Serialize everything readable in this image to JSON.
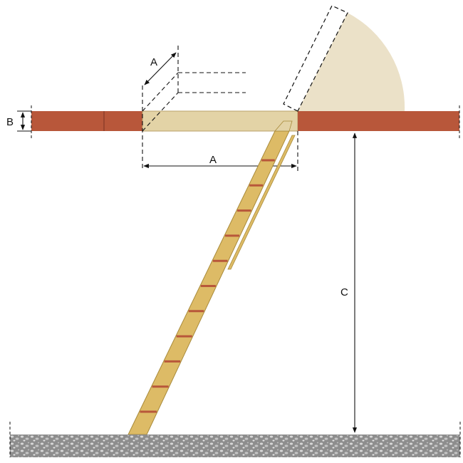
{
  "labels": {
    "depth": "A",
    "width": "A",
    "thickness": "B",
    "height": "C"
  },
  "colors": {
    "brick": "#b8573a",
    "hatch_frame": "#e3d3a6",
    "door_swing": "#ebe1c8",
    "ladder_wood": "#ddbb66",
    "ladder_rung": "#b8573a",
    "floor": "#8d8d8d",
    "line": "#111111"
  },
  "rungs": 11
}
